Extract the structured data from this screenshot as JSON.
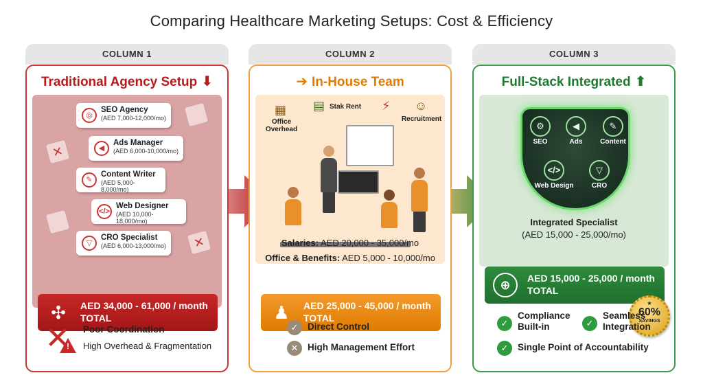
{
  "title": "Comparing Healthcare Marketing Setups: Cost & Efficiency",
  "colors": {
    "red": "#c62828",
    "orange": "#e07b00",
    "green": "#1f7a31"
  },
  "columns": [
    {
      "tab": "COLUMN 1",
      "heading": "Traditional Agency Setup",
      "heading_icon": "arrow-down-icon",
      "cards": [
        {
          "name": "SEO Agency",
          "cost": "(AED 7,000-12,000/mo)",
          "icon": "seo-target-icon"
        },
        {
          "name": "Ads Manager",
          "cost": "(AED 6,000-10,000/mo)",
          "icon": "megaphone-icon"
        },
        {
          "name": "Content Writer",
          "cost": "(AED 5,000-8,000/mo)",
          "icon": "document-pen-icon"
        },
        {
          "name": "Web Designer",
          "cost": "(AED 10,000-18,000/mo)",
          "icon": "code-monitor-icon"
        },
        {
          "name": "CRO Specialist",
          "cost": "(AED 6,000-13,000/mo)",
          "icon": "funnel-icon"
        }
      ],
      "total_line1": "AED 34,000 - 61,000 / month",
      "total_line2": "TOTAL",
      "bottom_title": "Poor Coordination",
      "bottom_sub": "High Overhead & Fragmentation"
    },
    {
      "tab": "COLUMN 2",
      "heading": "In-House Team",
      "heading_icon": "arrow-right-icon",
      "scene_labels": {
        "office": "Office Overhead",
        "rent": "Stak Rent",
        "recruit": "Recruitment"
      },
      "salaries_label": "Salaries:",
      "salaries_value": "AED 20,000 - 35,000/mo",
      "office_label": "Office & Benefits:",
      "office_value": "AED 5,000 - 10,000/mo",
      "total_line1": "AED 25,000 - 45,000 / month",
      "total_line2": "TOTAL",
      "bottom_items": [
        "Direct Control",
        "High Management Effort"
      ]
    },
    {
      "tab": "COLUMN 3",
      "heading": "Full-Stack Integrated",
      "heading_icon": "arrow-up-icon",
      "services": [
        "SEO",
        "Ads",
        "Content",
        "Web Design",
        "CRO"
      ],
      "integrated_title": "Integrated Specialist",
      "integrated_cost": "(AED 15,000 - 25,000/mo)",
      "total_line1": "AED 15,000 - 25,000 / month",
      "total_line2": "TOTAL",
      "badge_star": "★",
      "badge_pct": "60%",
      "badge_label": "SAVINGS",
      "benefits": [
        "Compliance Built-in",
        "Seamless Integration",
        "Single Point of Accountability"
      ]
    }
  ]
}
